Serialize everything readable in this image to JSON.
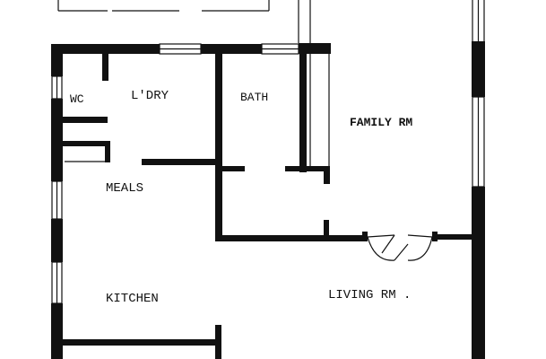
{
  "rooms": {
    "wc": "WC",
    "laundry": "L'DRY",
    "bath": "BATH",
    "family": "FAMILY RM",
    "meals": "MEALS",
    "kitchen": "KITCHEN",
    "living": "LIVING RM ."
  }
}
